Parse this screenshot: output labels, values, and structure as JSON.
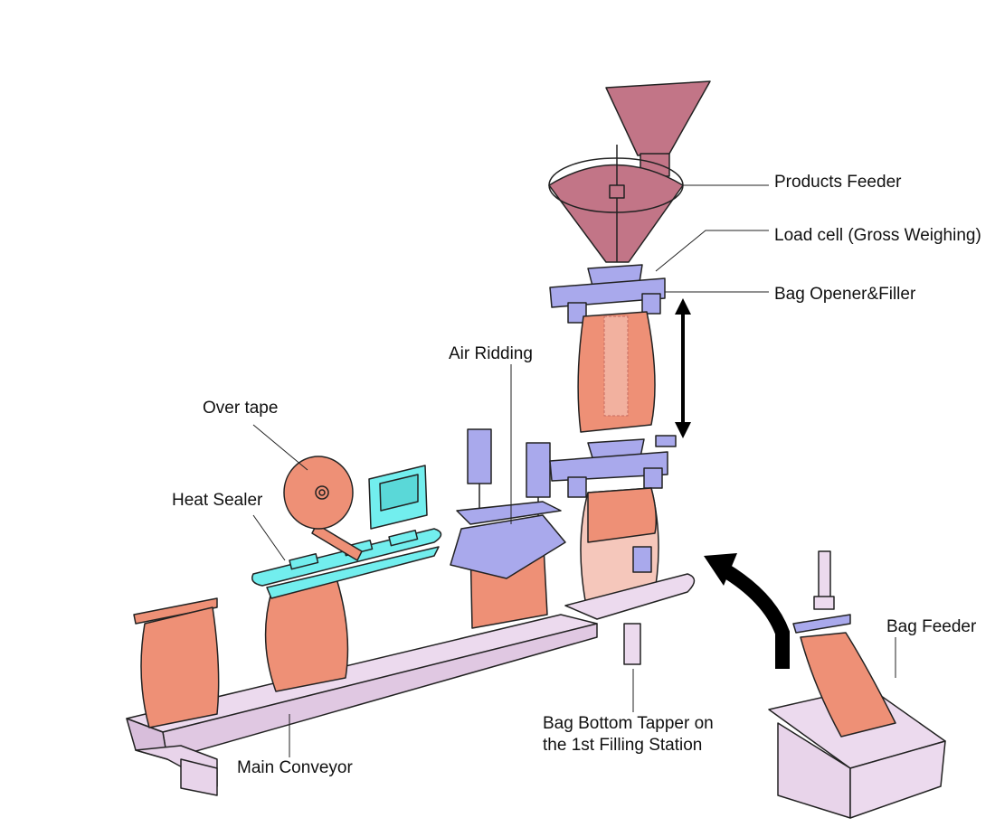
{
  "labels": {
    "products_feeder": "Products Feeder",
    "load_cell": "Load cell (Gross Weighing)",
    "bag_opener_filler": "Bag Opener&Filler",
    "air_ridding": "Air Ridding",
    "over_tape": "Over tape",
    "heat_sealer": "Heat Sealer",
    "bag_feeder": "Bag Feeder",
    "bag_bottom_tapper_line1": "Bag Bottom Tapper on",
    "bag_bottom_tapper_line2": "the 1st Filling Station",
    "main_conveyor": "Main Conveyor"
  },
  "colors": {
    "hopper": "#c27587",
    "mechanism": "#a9a9ec",
    "bag": "#ee9076",
    "bag_light": "#f5c7bb",
    "conveyor": "#ecdaee",
    "sealer": "#72eeee"
  }
}
